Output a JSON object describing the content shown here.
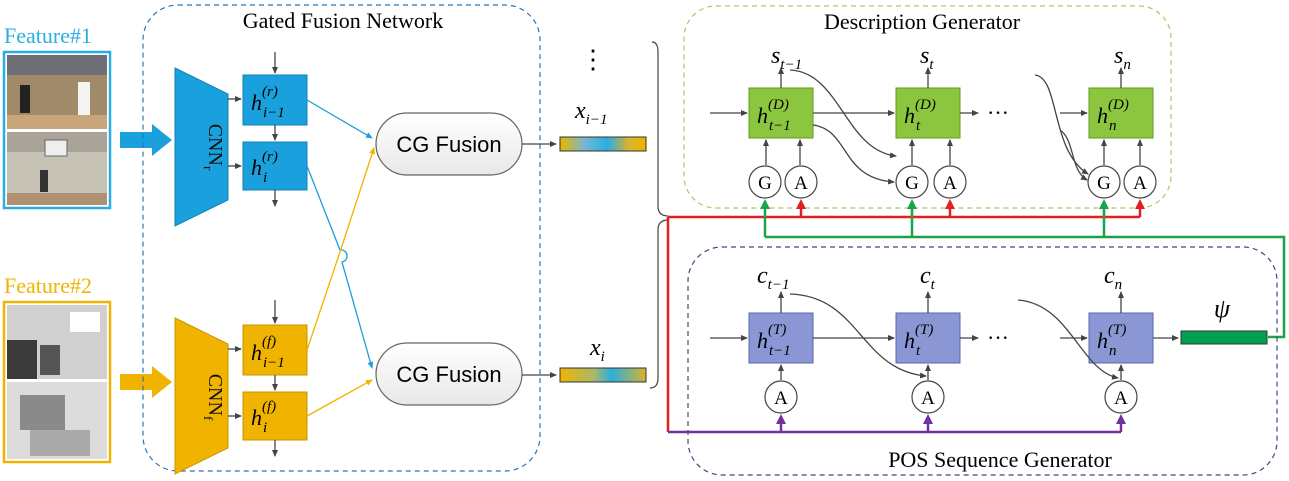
{
  "feature1": {
    "label": "Feature#1",
    "color": "#29aee0"
  },
  "feature2": {
    "label": "Feature#2",
    "color": "#f0b400"
  },
  "gated": {
    "title": "Gated Fusion Network",
    "cnn_r": {
      "main": "CNN",
      "sub": "r"
    },
    "cnn_f": {
      "main": "CNN",
      "sub": "f"
    },
    "h_r_prev": {
      "base": "h",
      "sup": "(r)",
      "sub": "i−1"
    },
    "h_r_cur": {
      "base": "h",
      "sup": "(r)",
      "sub": "i"
    },
    "h_f_prev": {
      "base": "h",
      "sup": "(f)",
      "sub": "i−1"
    },
    "h_f_cur": {
      "base": "h",
      "sup": "(f)",
      "sub": "i"
    },
    "fusion_label": "CG Fusion"
  },
  "features": {
    "dots": "⋮",
    "x_prev": {
      "base": "x",
      "sub": "i−1"
    },
    "x_cur": {
      "base": "x",
      "sub": "i"
    }
  },
  "description": {
    "title": "Description Generator",
    "s_prev": {
      "base": "s",
      "sub": "t−1"
    },
    "s_cur": {
      "base": "s",
      "sub": "t"
    },
    "s_n": {
      "base": "s",
      "sub": "n"
    },
    "h_prev": {
      "base": "h",
      "sup": "(D)",
      "sub": "t−1"
    },
    "h_cur": {
      "base": "h",
      "sup": "(D)",
      "sub": "t"
    },
    "h_n": {
      "base": "h",
      "sup": "(D)",
      "sub": "n"
    },
    "ellipsis": "···",
    "gate_g": "G",
    "gate_a": "A"
  },
  "pos": {
    "title": "POS Sequence Generator",
    "c_prev": {
      "base": "c",
      "sub": "t−1"
    },
    "c_cur": {
      "base": "c",
      "sub": "t"
    },
    "c_n": {
      "base": "c",
      "sub": "n"
    },
    "h_prev": {
      "base": "h",
      "sup": "(T)",
      "sub": "t−1"
    },
    "h_cur": {
      "base": "h",
      "sup": "(T)",
      "sub": "t"
    },
    "h_n": {
      "base": "h",
      "sup": "(T)",
      "sub": "n"
    },
    "ellipsis": "···",
    "attn": "A",
    "psi": "ψ"
  },
  "colors": {
    "blue": "#1aa0dc",
    "orange": "#f0b400",
    "green_box": "#8cc63f",
    "purple_box": "#8b97d4",
    "line_green": "#1aa34a",
    "line_red": "#e02020",
    "line_purple": "#7030a0",
    "psi_bar": "#00a050"
  }
}
